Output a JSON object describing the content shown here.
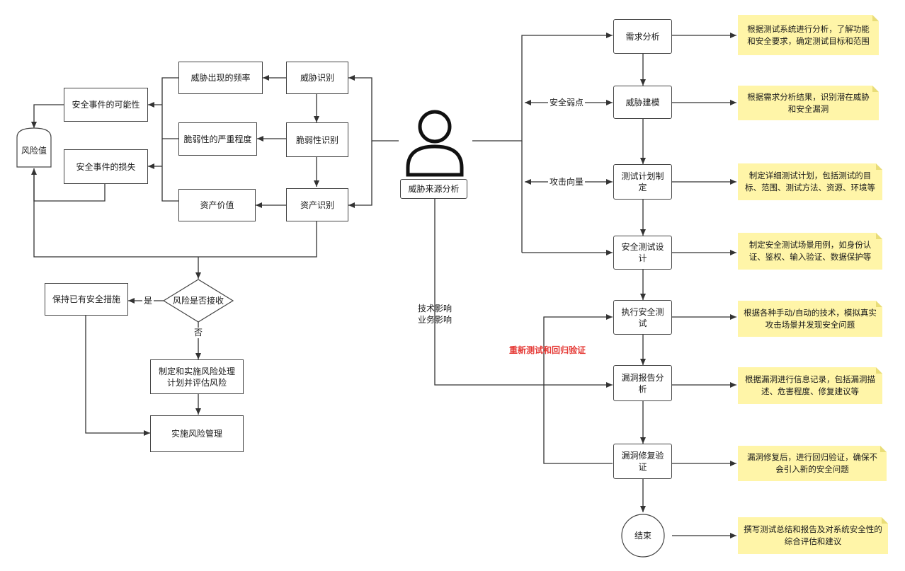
{
  "center": {
    "actor_label": "威胁来源分析",
    "impact_line1": "技术影响",
    "impact_line2": "业务影响"
  },
  "left": {
    "risk_value": "风险值",
    "likelihood": "安全事件的可能性",
    "loss": "安全事件的损失",
    "threat_freq": "威胁出现的频率",
    "vuln_severity": "脆弱性的严重程度",
    "asset_value": "资产价值",
    "threat_id": "威胁识别",
    "vuln_id": "脆弱性识别",
    "asset_id": "资产识别",
    "accept_q": "风险是否接收",
    "yes": "是",
    "no": "否",
    "keep": "保持已有安全措施",
    "plan": "制定和实施风险处理计划并评估风险",
    "manage": "实施风险管理"
  },
  "right": {
    "steps": [
      "需求分析",
      "威胁建模",
      "测试计划制定",
      "安全测试设计",
      "执行安全测试",
      "漏洞报告分析",
      "漏洞修复验证",
      "结束"
    ],
    "notes": [
      "根据测试系统进行分析，了解功能和安全要求，确定测试目标和范围",
      "根据需求分析结果，识别潜在威胁和安全漏洞",
      "制定详细测试计划，包括测试的目标、范围、测试方法、资源、环境等",
      "制定安全测试场景用例，如身份认证、鉴权、输入验证、数据保护等",
      "根据各种手动/自动的技术，模拟真实攻击场景并发现安全问题",
      "根据漏洞进行信息记录，包括漏洞描述、危害程度、修复建议等",
      "漏洞修复后，进行回归验证，确保不会引入新的安全问题",
      "撰写测试总结和报告及对系统安全性的综合评估和建议"
    ],
    "weakness": "安全弱点",
    "attack_vector": "攻击向量",
    "retest": "重新测试和回归验证"
  }
}
